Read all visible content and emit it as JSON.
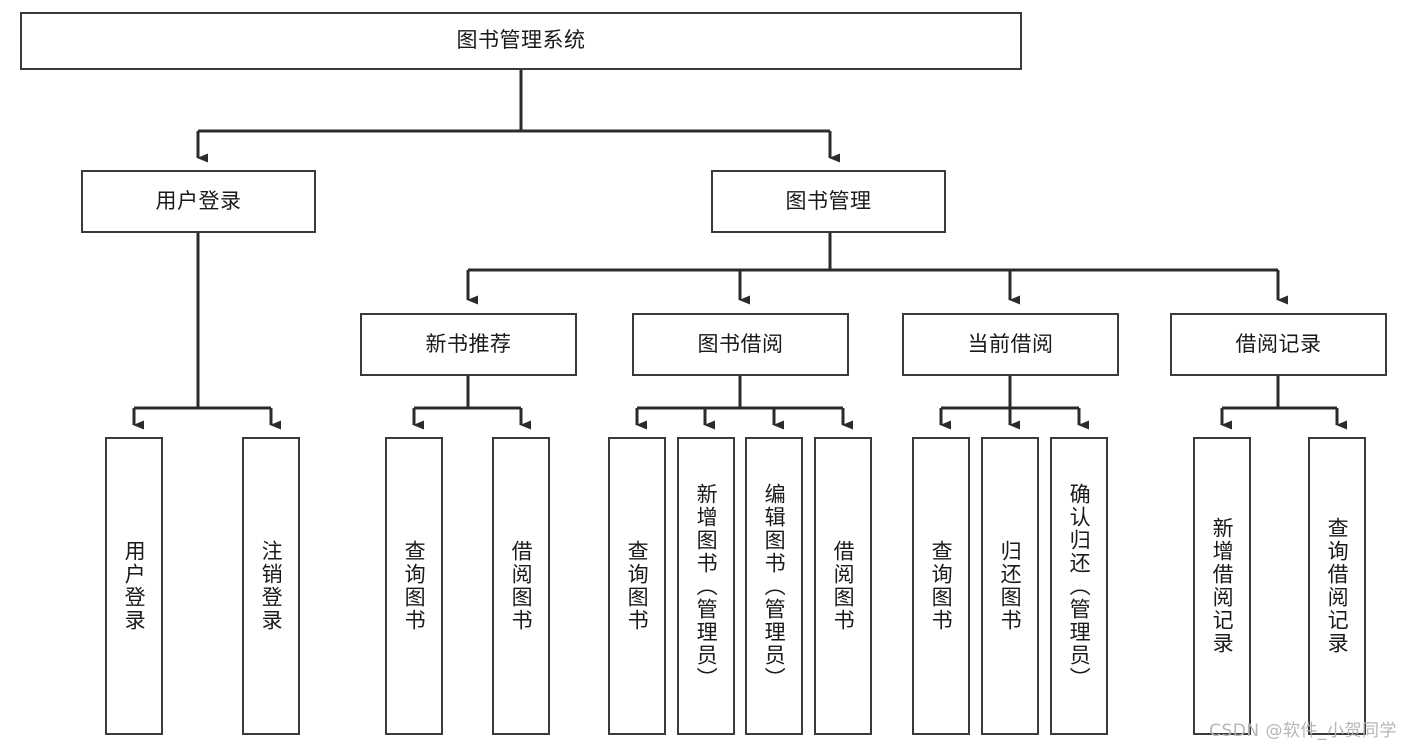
{
  "diagram": {
    "title": "图书管理系统",
    "type": "hierarchy-tree",
    "orientation": "top-down",
    "colors": {
      "background": "#ffffff",
      "box_border": "#3a3a3a",
      "box_fill": "#ffffff",
      "edge": "#2b2b2b",
      "text": "#1a1a1a",
      "watermark": "#b6b6b6"
    },
    "root": {
      "label": "图书管理系统"
    },
    "level2": [
      {
        "label": "用户登录"
      },
      {
        "label": "图书管理"
      }
    ],
    "level3": [
      {
        "label": "新书推荐"
      },
      {
        "label": "图书借阅"
      },
      {
        "label": "当前借阅"
      },
      {
        "label": "借阅记录"
      }
    ],
    "leaves": {
      "user_login": [
        {
          "label": "用户登录"
        },
        {
          "label": "注销登录"
        }
      ],
      "new_book_recommend": [
        {
          "label": "查询图书"
        },
        {
          "label": "借阅图书"
        }
      ],
      "book_borrow": [
        {
          "label": "查询图书"
        },
        {
          "label": "新增图书（管理员）"
        },
        {
          "label": "编辑图书（管理员）"
        },
        {
          "label": "借阅图书"
        }
      ],
      "current_borrow": [
        {
          "label": "查询图书"
        },
        {
          "label": "归还图书"
        },
        {
          "label": "确认归还（管理员）"
        }
      ],
      "borrow_record": [
        {
          "label": "新增借阅记录"
        },
        {
          "label": "查询借阅记录"
        }
      ]
    }
  },
  "watermark": {
    "text": "CSDN @软件_小贺同学"
  }
}
